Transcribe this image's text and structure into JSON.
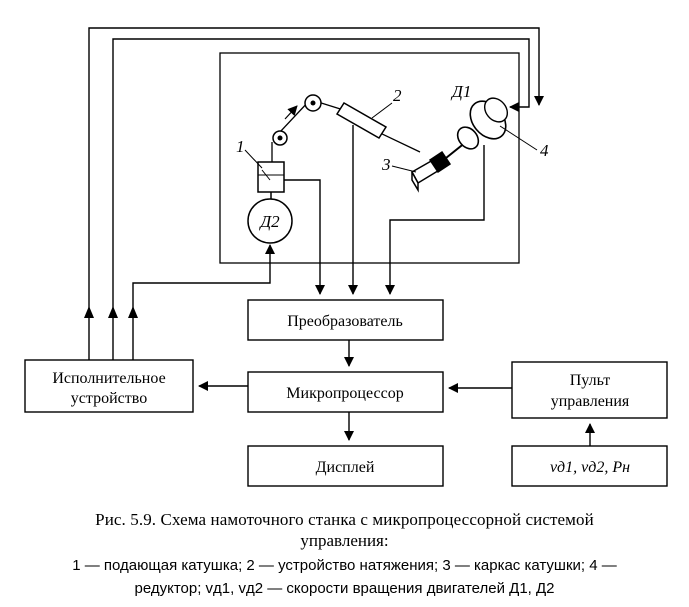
{
  "blocks": {
    "converter": "Преобразователь",
    "microprocessor": "Микропроцессор",
    "display": "Дисплей",
    "actuator_line1": "Исполнительное",
    "actuator_line2": "устройство",
    "console_line1": "Пульт",
    "console_line2": "управления",
    "inputs": "vд1, vд2, Pн"
  },
  "machine_labels": {
    "n1": "1",
    "n2": "2",
    "n3": "3",
    "n4": "4",
    "d1": "Д1",
    "d2": "Д2"
  },
  "caption": {
    "title_line1": "Рис. 5.9. Схема намоточного станка с микропроцессорной системой",
    "title_line2": "управления:",
    "legend_line1": "1 — подающая катушка; 2 — устройство натяжения; 3 — каркас катушки; 4 —",
    "legend_line2": "редуктор; vд1, vд2 — скорости вращения двигателей Д1, Д2"
  }
}
